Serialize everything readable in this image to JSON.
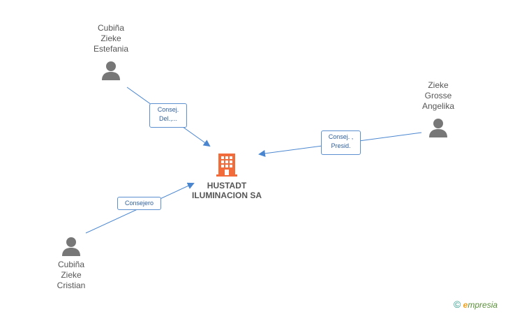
{
  "company": {
    "name_line1": "HUSTADT",
    "name_line2": "ILUMINACION SA",
    "icon": "building-icon",
    "color": "#f26b3a"
  },
  "people": [
    {
      "id": "estefania",
      "lines": [
        "Cubiña",
        "Zieke",
        "Estefania"
      ],
      "icon": "person-icon"
    },
    {
      "id": "angelika",
      "lines": [
        "Zieke",
        "Grosse",
        "Angelika"
      ],
      "icon": "person-icon"
    },
    {
      "id": "cristian",
      "lines": [
        "Cubiña",
        "Zieke",
        "Cristian"
      ],
      "icon": "person-icon"
    }
  ],
  "relations": [
    {
      "from": "estefania",
      "lines": [
        "Consej.",
        "Del.,..."
      ]
    },
    {
      "from": "angelika",
      "lines": [
        "Consej. ,",
        "Presid."
      ]
    },
    {
      "from": "cristian",
      "lines": [
        "Consejero"
      ]
    }
  ],
  "colors": {
    "link": "#4a86d0",
    "person": "#777777",
    "label_border": "#5b8fd0"
  },
  "brand": {
    "copyright": "©",
    "initial": "e",
    "rest": "mpresia"
  }
}
